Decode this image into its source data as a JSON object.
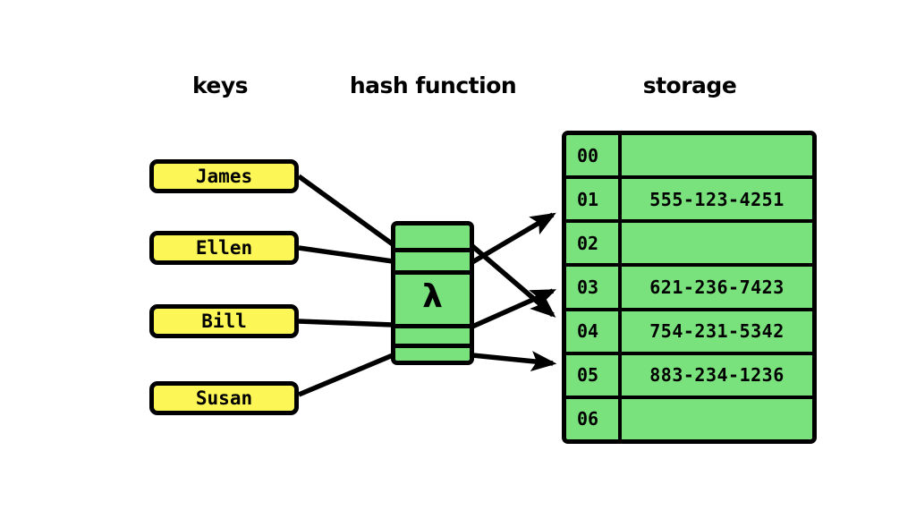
{
  "headings": {
    "keys": "keys",
    "hash_function": "hash function",
    "storage": "storage"
  },
  "keys": [
    {
      "label": "James"
    },
    {
      "label": "Ellen"
    },
    {
      "label": "Bill"
    },
    {
      "label": "Susan"
    }
  ],
  "hash_function": {
    "symbol": "λ"
  },
  "storage": {
    "rows": [
      {
        "index": "00",
        "value": ""
      },
      {
        "index": "01",
        "value": "555-123-4251"
      },
      {
        "index": "02",
        "value": ""
      },
      {
        "index": "03",
        "value": "621-236-7423"
      },
      {
        "index": "04",
        "value": "754-231-5342"
      },
      {
        "index": "05",
        "value": "883-234-1236"
      },
      {
        "index": "06",
        "value": ""
      }
    ]
  },
  "colors": {
    "key_fill": "#FCF757",
    "green_fill": "#79E27C",
    "stroke": "#000000",
    "background": "#FFFFFF"
  }
}
